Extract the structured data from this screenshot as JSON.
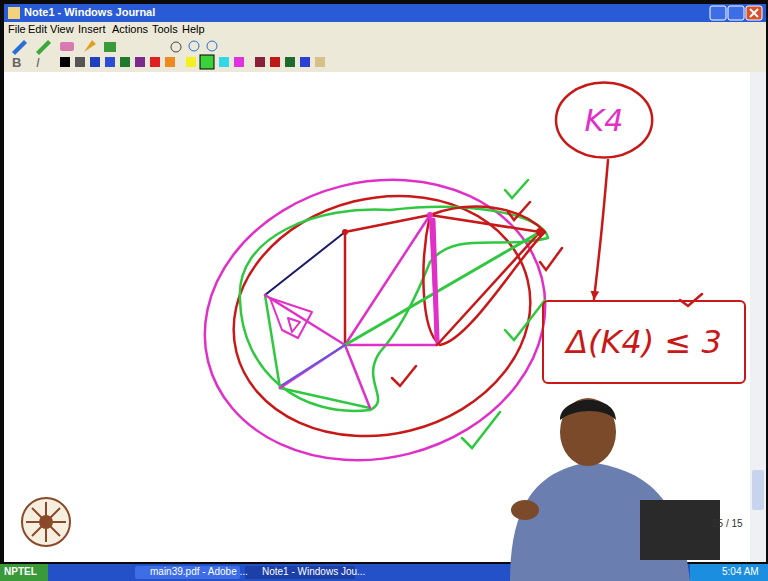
{
  "diagram": {
    "title": "Note1 - Windows Journal",
    "nodes": [
      {
        "text": [
          "K4"
        ]
      },
      {
        "text": [
          "Δ(K4) ≤ 3"
        ]
      }
    ],
    "edges": [
      {
        "from": 0,
        "to": 1,
        "arrow": "to"
      }
    ],
    "labels": [
      "File",
      "Edit",
      "View",
      "Insert",
      "Actions",
      "Tools",
      "Help",
      "B",
      "I",
      "15 / 15",
      "NPTEL",
      "main39.pdf - Adobe ...",
      "Note1 - Windows Jou...",
      "5:04 AM"
    ]
  }
}
